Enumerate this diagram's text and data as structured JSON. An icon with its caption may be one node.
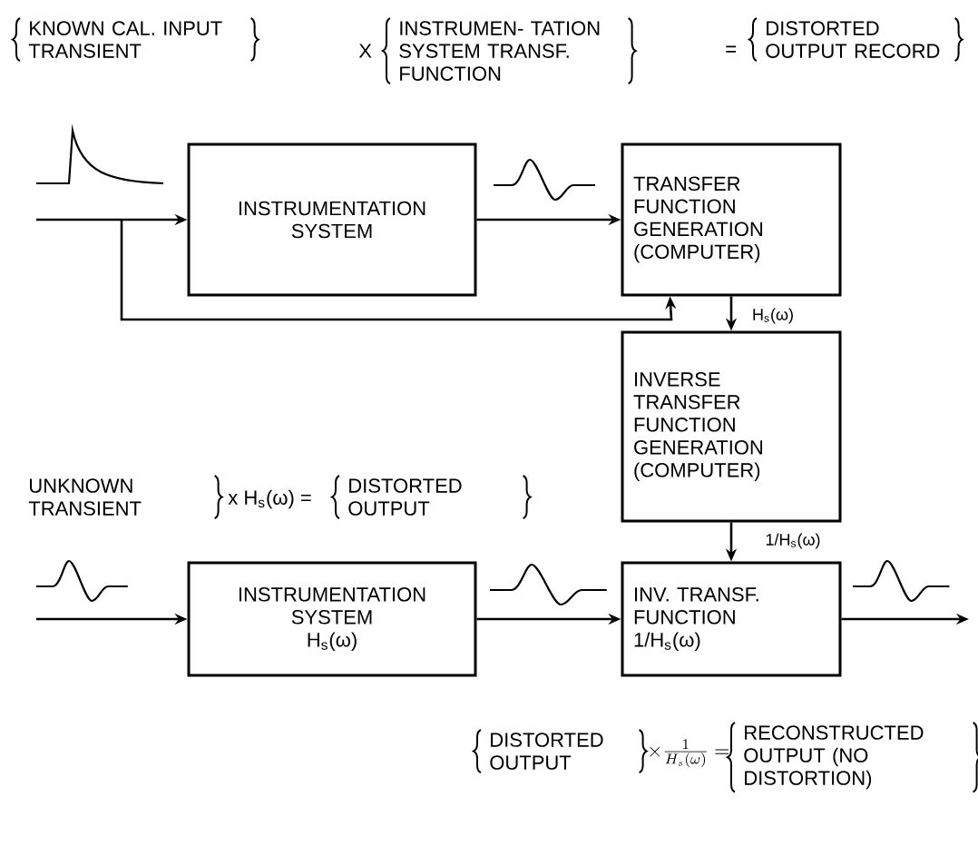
{
  "diagram": {
    "nodes": [
      {
        "text": [
          "INSTRUMENTATION SYSTEM"
        ]
      },
      {
        "text": [
          "TRANSFER FUNCTION GENERATION (COMPUTER)"
        ]
      },
      {
        "text": [
          "INVERSE TRANSFER FUNCTION GENERATION (COMPUTER)"
        ]
      },
      {
        "text": [
          "INSTRUMENTATION SYSTEM",
          "H$_{s}$(ω)"
        ]
      },
      {
        "text": [
          "INV. TRANSF. FUNCTION",
          "1/H$_{s}$(ω)"
        ]
      }
    ],
    "edges": [
      {
        "from": null,
        "to": 0,
        "arrow": "to"
      },
      {
        "from": 0,
        "to": 1,
        "arrow": "to"
      },
      {
        "from": null,
        "to": 1,
        "arrow": "to"
      },
      {
        "from": 1,
        "to": 2,
        "arrow": "to",
        "label": "H$_{s}$(ω)"
      },
      {
        "from": 2,
        "to": 4,
        "arrow": "to",
        "label": "1/H$_{s}$(ω)"
      },
      {
        "from": null,
        "to": 3,
        "arrow": "to"
      },
      {
        "from": 3,
        "to": 4,
        "arrow": "to"
      },
      {
        "from": 4,
        "to": null,
        "arrow": "to"
      }
    ],
    "labels": [
      "KNOWN CAL. INPUT TRANSIENT",
      "X",
      "INSTRUMEN- TATION SYSTEM TRANSF. FUNCTION",
      "=",
      "DISTORTED OUTPUT RECORD",
      "UNKNOWN TRANSIENT",
      "x H$_{s}$(ω) =",
      "DISTORTED OUTPUT",
      "DISTORTED OUTPUT",
      "\\times\\frac{1}{H_s(\\omega)} =",
      "RECONSTRUCTED OUTPUT (NO DISTORTION)"
    ]
  }
}
